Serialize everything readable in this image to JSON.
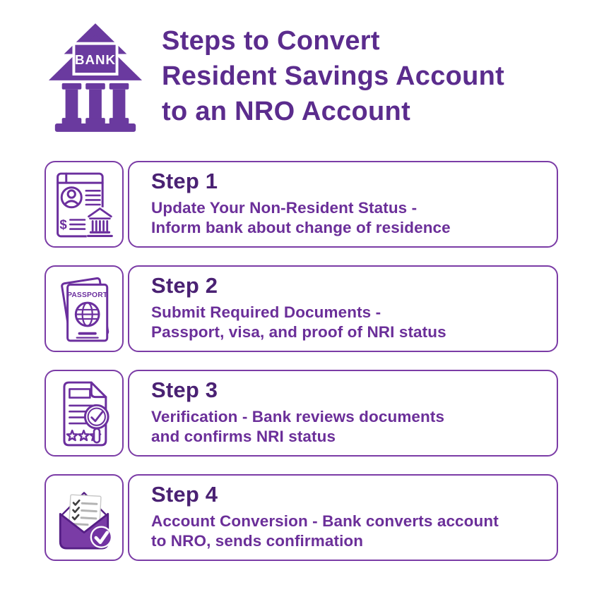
{
  "header": {
    "logo": {
      "label": "BANK"
    },
    "title_line1": "Steps to Convert",
    "title_line2": "Resident Savings Account",
    "title_line3": "to an NRO Account"
  },
  "steps": [
    {
      "title": "Step 1",
      "desc1": "Update Your Non-Resident Status -",
      "desc2": "Inform bank about change of residence",
      "icon": "resident-status-document-icon"
    },
    {
      "title": "Step 2",
      "desc1": "Submit Required Documents -",
      "desc2": "Passport, visa, and proof of NRI status",
      "icon": "passport-icon",
      "passport_label": "PASSPORT"
    },
    {
      "title": "Step 3",
      "desc1": "Verification - Bank reviews documents",
      "desc2": "and confirms NRI status",
      "icon": "verification-magnifier-icon"
    },
    {
      "title": "Step 4",
      "desc1": "Account Conversion - Bank converts account",
      "desc2": "to NRO, sends confirmation",
      "icon": "confirmation-envelope-icon"
    }
  ],
  "glyphs": {
    "dollar": "$"
  },
  "colors": {
    "background": "#FFFFFF",
    "title_text": "#5B2C8D",
    "step_title_text": "#4A2173",
    "step_desc_text": "#6B2F99",
    "card_border": "#7B3CA6",
    "icon_stroke": "#6B2F9E",
    "logo_fill": "#6A3A9F",
    "envelope_fill": "#7A3CA6",
    "envelope_outline": "#551E85",
    "badge_fill": "#7232A2",
    "checklist_line_gray": "#B4B4B4",
    "checklist_check_dark": "#3F3F3F"
  }
}
